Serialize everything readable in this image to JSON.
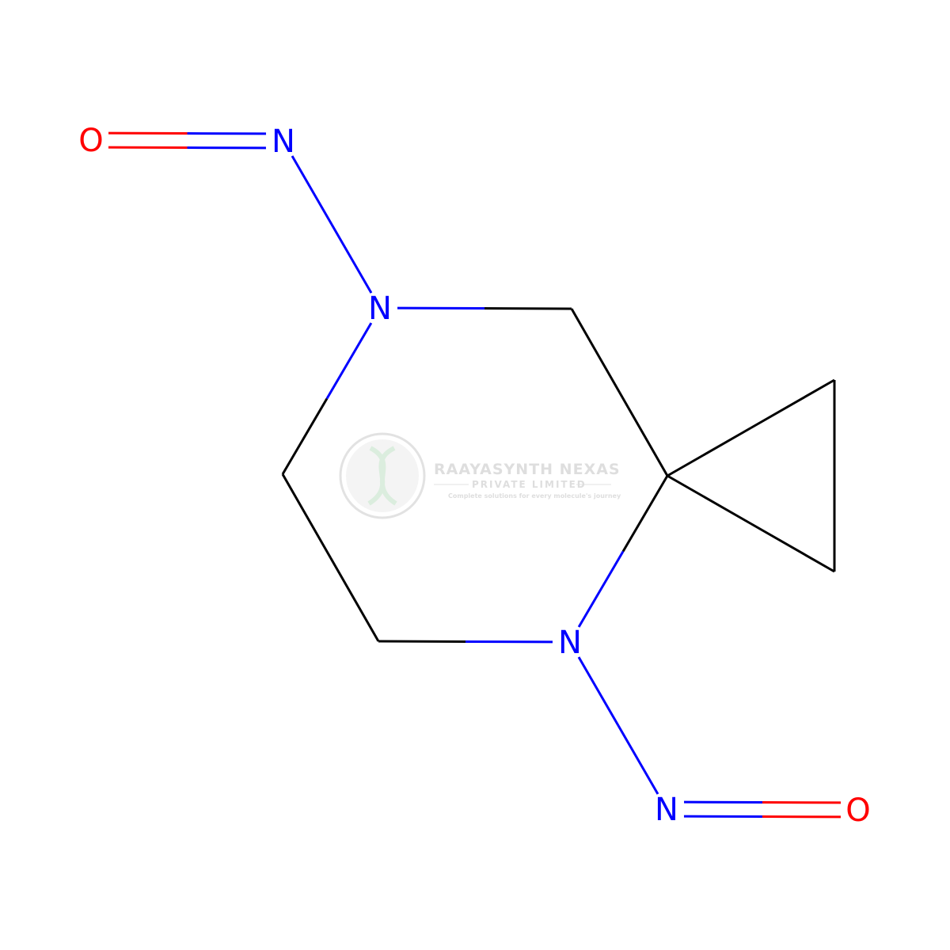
{
  "molecule": {
    "atoms": [
      {
        "id": "O1",
        "element": "O",
        "label": "O",
        "color": "#ff0000"
      },
      {
        "id": "N1",
        "element": "N",
        "label": "N",
        "color": "#0000ff"
      },
      {
        "id": "N2",
        "element": "N",
        "label": "N",
        "color": "#0000ff"
      },
      {
        "id": "N3",
        "element": "N",
        "label": "N",
        "color": "#0000ff"
      },
      {
        "id": "N4",
        "element": "N",
        "label": "N",
        "color": "#0000ff"
      },
      {
        "id": "O2",
        "element": "O",
        "label": "O",
        "color": "#ff0000"
      },
      {
        "id": "C1",
        "element": "C",
        "label": ""
      },
      {
        "id": "C2",
        "element": "C",
        "label": ""
      },
      {
        "id": "C3",
        "element": "C",
        "label": ""
      },
      {
        "id": "C4",
        "element": "C",
        "label": ""
      },
      {
        "id": "C5",
        "element": "C",
        "label": ""
      },
      {
        "id": "C6",
        "element": "C",
        "label": ""
      }
    ],
    "bonds": [
      {
        "from": "O1",
        "to": "N1",
        "order": 2
      },
      {
        "from": "N1",
        "to": "N2",
        "order": 1
      },
      {
        "from": "N2",
        "to": "C1",
        "order": 1
      },
      {
        "from": "C1",
        "to": "C2",
        "order": 1
      },
      {
        "from": "C2",
        "to": "C3",
        "order": 1
      },
      {
        "from": "C2",
        "to": "C4",
        "order": 1
      },
      {
        "from": "C3",
        "to": "C4",
        "order": 1
      },
      {
        "from": "C2",
        "to": "N3",
        "order": 1
      },
      {
        "from": "N3",
        "to": "C5",
        "order": 1
      },
      {
        "from": "C5",
        "to": "C6",
        "order": 1
      },
      {
        "from": "C6",
        "to": "N2",
        "order": 1
      },
      {
        "from": "N3",
        "to": "N4",
        "order": 1
      },
      {
        "from": "N4",
        "to": "O2",
        "order": 2
      }
    ],
    "colors": {
      "carbon": "#000000",
      "nitrogen": "#0000ff",
      "oxygen": "#ff0000"
    }
  },
  "watermark": {
    "title": "RAAYASYNTH NEXAS",
    "subtitle": "PRIVATE LIMITED",
    "tagline": "Complete solutions for every molecule's journey"
  }
}
